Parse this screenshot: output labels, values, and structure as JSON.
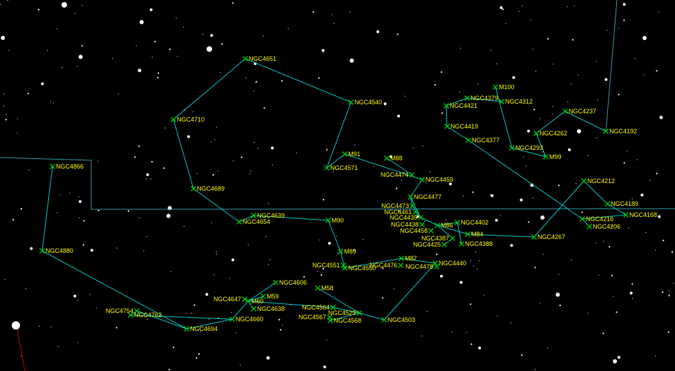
{
  "colors": {
    "background": "#000000",
    "label": "#ffff00",
    "marker": "#00cc00",
    "asterism_line": "#00cccc",
    "boundary_line": "#3a9aa8"
  },
  "objects": [
    {
      "id": "NGC4651",
      "label": "NGC4651"
    },
    {
      "id": "NGC4540",
      "label": "NGC4540"
    },
    {
      "id": "NGC4710",
      "label": "NGC4710"
    },
    {
      "id": "NGC4571",
      "label": "NGC4571"
    },
    {
      "id": "M91",
      "label": "M91"
    },
    {
      "id": "M88",
      "label": "M88"
    },
    {
      "id": "NGC4474",
      "label": "NGC4474"
    },
    {
      "id": "NGC4459",
      "label": "NGC4459"
    },
    {
      "id": "NGC4866",
      "label": "NGC4866"
    },
    {
      "id": "NGC4689",
      "label": "NGC4689"
    },
    {
      "id": "NGC4639",
      "label": "NGC4639"
    },
    {
      "id": "NGC4654",
      "label": "NGC4654"
    },
    {
      "id": "M90",
      "label": "M90"
    },
    {
      "id": "NGC4477",
      "label": "NGC4477"
    },
    {
      "id": "NGC4473",
      "label": "NGC4473"
    },
    {
      "id": "NGC4461",
      "label": "NGC4461"
    },
    {
      "id": "NGC4435",
      "label": "NGC4435"
    },
    {
      "id": "NGC4438",
      "label": "NGC4438"
    },
    {
      "id": "NGC4458",
      "label": "NGC4458"
    },
    {
      "id": "NGC4425",
      "label": "NGC4425"
    },
    {
      "id": "NGC4387",
      "label": "NGC4387"
    },
    {
      "id": "M86",
      "label": "M86"
    },
    {
      "id": "NGC4402",
      "label": "NGC4402"
    },
    {
      "id": "M84",
      "label": "M84"
    },
    {
      "id": "NGC4388",
      "label": "NGC4388"
    },
    {
      "id": "NGC4880",
      "label": "NGC4880"
    },
    {
      "id": "M89",
      "label": "M89"
    },
    {
      "id": "NGC4551",
      "label": "NGC4551"
    },
    {
      "id": "NGC4550",
      "label": "NGC4550"
    },
    {
      "id": "NGC4476",
      "label": "NGC4476"
    },
    {
      "id": "M87",
      "label": "M87"
    },
    {
      "id": "NGC4478",
      "label": "NGC4478"
    },
    {
      "id": "NGC4440",
      "label": "NGC4440"
    },
    {
      "id": "NGC4606",
      "label": "NGC4606"
    },
    {
      "id": "M58",
      "label": "M58"
    },
    {
      "id": "NGC4647",
      "label": "NGC4647"
    },
    {
      "id": "M60",
      "label": "M60"
    },
    {
      "id": "M59",
      "label": "M59"
    },
    {
      "id": "NGC4638",
      "label": "NGC4638"
    },
    {
      "id": "NGC4564",
      "label": "NGC4564"
    },
    {
      "id": "NGC4567",
      "label": "NGC4567"
    },
    {
      "id": "NGC4529",
      "label": "NGC4529"
    },
    {
      "id": "NGC4568",
      "label": "NGC4568"
    },
    {
      "id": "NGC4503",
      "label": "NGC4503"
    },
    {
      "id": "NGC4754",
      "label": "NGC4754"
    },
    {
      "id": "NGC4762",
      "label": "NGC4762"
    },
    {
      "id": "NGC4660",
      "label": "NGC4660"
    },
    {
      "id": "NGC4694",
      "label": "NGC4694"
    },
    {
      "id": "M100",
      "label": "M100"
    },
    {
      "id": "NGC4379",
      "label": "NGC4379"
    },
    {
      "id": "NGC4312",
      "label": "NGC4312"
    },
    {
      "id": "NGC4421",
      "label": "NGC4421"
    },
    {
      "id": "NGC4419",
      "label": "NGC4419"
    },
    {
      "id": "NGC4377",
      "label": "NGC4377"
    },
    {
      "id": "NGC4293",
      "label": "NGC4293"
    },
    {
      "id": "M99",
      "label": "M99"
    },
    {
      "id": "NGC4237",
      "label": "NGC4237"
    },
    {
      "id": "NGC4262",
      "label": "NGC4262"
    },
    {
      "id": "NGC4192",
      "label": "NGC4192"
    },
    {
      "id": "NGC4212",
      "label": "NGC4212"
    },
    {
      "id": "NGC4189",
      "label": "NGC4189"
    },
    {
      "id": "NGC4216",
      "label": "NGC4216"
    },
    {
      "id": "NGC4168",
      "label": "NGC4168"
    },
    {
      "id": "NGC4206",
      "label": "NGC4206"
    },
    {
      "id": "NGC4267",
      "label": "NGC4267"
    }
  ],
  "asterism_lines": [
    [
      "NGC4651",
      "NGC4540"
    ],
    [
      "NGC4651",
      "NGC4710"
    ],
    [
      "NGC4540",
      "NGC4571"
    ],
    [
      "NGC4571",
      "M91"
    ],
    [
      "M91",
      "NGC4459"
    ],
    [
      "M88",
      "NGC4474"
    ],
    [
      "NGC4710",
      "NGC4689"
    ],
    [
      "NGC4689",
      "NGC4654"
    ],
    [
      "NGC4654",
      "NGC4639"
    ],
    [
      "NGC4639",
      "M90"
    ],
    [
      "M90",
      "M89"
    ],
    [
      "M89",
      "NGC4550"
    ],
    [
      "NGC4550",
      "M87"
    ],
    [
      "M87",
      "NGC4440"
    ],
    [
      "NGC4440",
      "NGC4503"
    ],
    [
      "NGC4503",
      "NGC4529"
    ],
    [
      "NGC4529",
      "NGC4568"
    ],
    [
      "NGC4529",
      "NGC4564"
    ],
    [
      "NGC4529",
      "M58"
    ],
    [
      "NGC4564",
      "M60"
    ],
    [
      "M60",
      "NGC4606"
    ],
    [
      "M60",
      "M59"
    ],
    [
      "M60",
      "NGC4638"
    ],
    [
      "M60",
      "NGC4660"
    ],
    [
      "NGC4660",
      "NGC4694"
    ],
    [
      "NGC4694",
      "NGC4754"
    ],
    [
      "NGC4754",
      "NGC4762"
    ],
    [
      "NGC4762",
      "NGC4660"
    ],
    [
      "NGC4880",
      "NGC4694"
    ],
    [
      "NGC4880",
      "NGC4866"
    ],
    [
      "NGC4459",
      "NGC4477"
    ],
    [
      "NGC4477",
      "NGC4473"
    ],
    [
      "NGC4473",
      "NGC4435"
    ],
    [
      "NGC4477",
      "NGC4435"
    ],
    [
      "NGC4435",
      "M86"
    ],
    [
      "M86",
      "NGC4402"
    ],
    [
      "M86",
      "NGC4387"
    ],
    [
      "NGC4387",
      "NGC4425"
    ],
    [
      "M86",
      "M84"
    ],
    [
      "NGC4402",
      "NGC4388"
    ],
    [
      "M84",
      "NGC4267"
    ],
    [
      "NGC4267",
      "NGC4212"
    ],
    [
      "NGC4212",
      "NGC4189"
    ],
    [
      "NGC4189",
      "NGC4168"
    ],
    [
      "NGC4168",
      "NGC4216"
    ],
    [
      "NGC4216",
      "NGC4206"
    ],
    [
      "NGC4377",
      "NGC4216"
    ],
    [
      "NGC4419",
      "NGC4377"
    ],
    [
      "NGC4421",
      "NGC4419"
    ],
    [
      "NGC4421",
      "NGC4379"
    ],
    [
      "NGC4379",
      "NGC4312"
    ],
    [
      "M100",
      "NGC4293"
    ],
    [
      "NGC4293",
      "M99"
    ],
    [
      "M99",
      "NGC4262"
    ],
    [
      "NGC4262",
      "NGC4237"
    ],
    [
      "NGC4237",
      "NGC4192"
    ]
  ]
}
